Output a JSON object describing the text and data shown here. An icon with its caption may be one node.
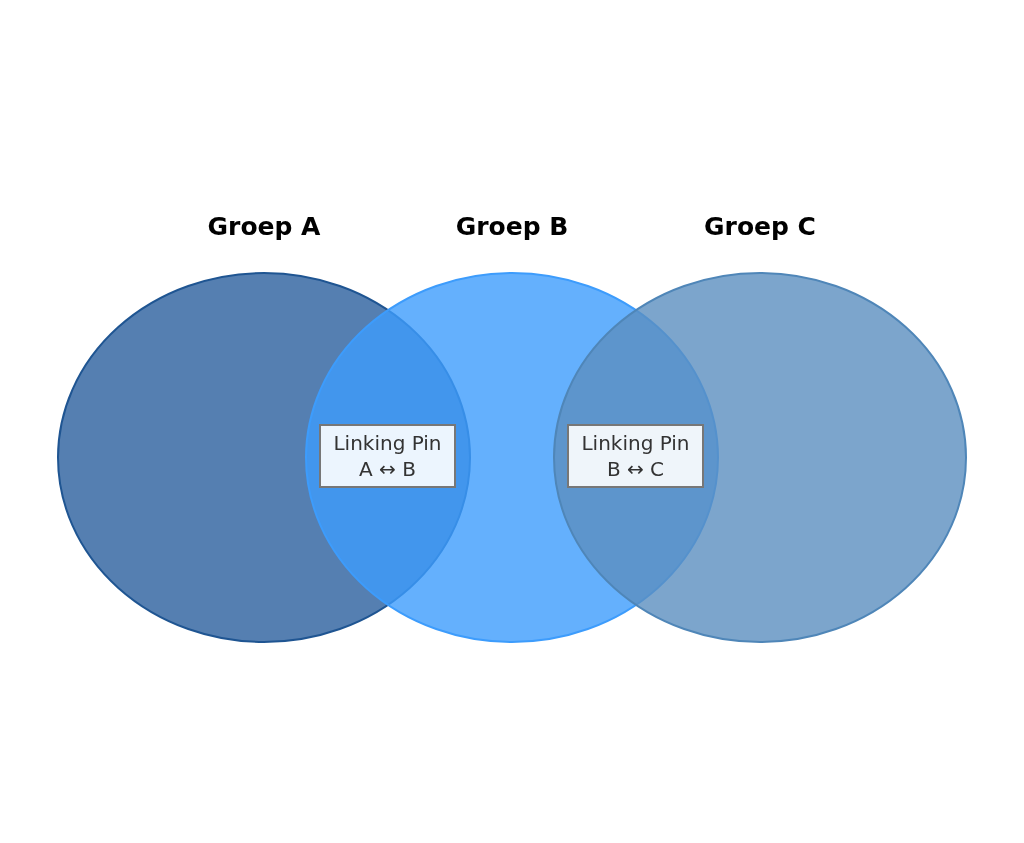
{
  "diagram": {
    "nodes": [
      {
        "text": [
          "Groep A"
        ]
      },
      {
        "text": [
          "Groep B"
        ]
      },
      {
        "text": [
          "Groep C"
        ]
      },
      {
        "text": [
          "Linking Pin A ↔ B"
        ]
      },
      {
        "text": [
          "Linking Pin B ↔ C"
        ]
      }
    ],
    "edges": []
  }
}
